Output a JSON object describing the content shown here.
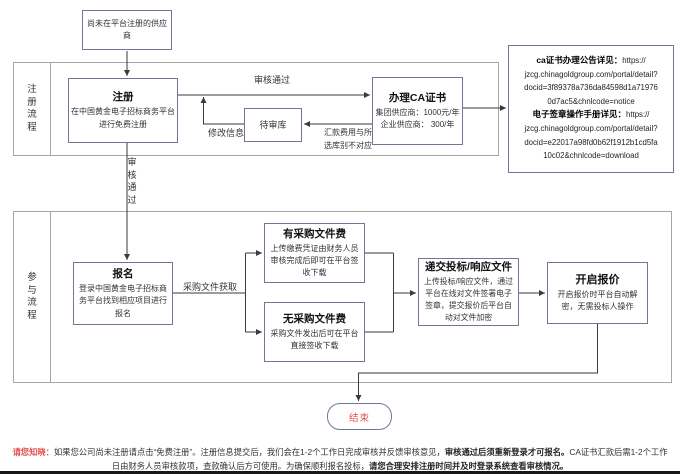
{
  "colors": {
    "box_border": "#6f7893",
    "lane_border": "#a6a6a6",
    "line": "#3a3a3a",
    "red_accent": "#e25050"
  },
  "top_box": {
    "label": "尚未在平台注册的供应商"
  },
  "lanes": [
    {
      "label": "注\n册\n流\n程"
    },
    {
      "label": "参\n与\n流\n程"
    }
  ],
  "boxes": {
    "register": {
      "title": "注册",
      "body": "在中国黄金电子招标商务平台\n进行免费注册"
    },
    "pending": {
      "title": "待审库"
    },
    "ca": {
      "title": "办理CA证书",
      "body": "集团供应商：1000元/年\n企业供应商：  300/年"
    },
    "signup": {
      "title": "报名",
      "body": "登录中国黄金电子招标商\n务平台找到相应项目进行\n报名"
    },
    "fee": {
      "title": "有采购文件费",
      "body": "上传缴费凭证由财务人员\n审核完成后即可在平台签\n收下载"
    },
    "nofee": {
      "title": "无采购文件费",
      "body": "采购文件发出后可在平台\n直接签收下载"
    },
    "submit": {
      "title": "递交投标/响应文件",
      "body": "上传投标/响应文件，通过\n平台在线对文件签署电子\n签章，提交报价后平台自\n动对文件加密"
    },
    "open": {
      "title": "开启报价",
      "body": "开启报价时平台自动解\n密，无需投标人操作"
    },
    "end": {
      "title": "结束"
    }
  },
  "edge_labels": {
    "approved_top": "审核通过",
    "modify": "修改信息",
    "pending_reason": "汇款费用与所\n选库别不对应",
    "approved_vertical": "审\n核\n通\n过",
    "doc_fetch": "采购文件获取"
  },
  "info_box": {
    "title1": "ca证书办理公告详见：",
    "url1": "https://\njzcg.chinagoldgroup.com/portal/detail?\ndocid=3f89378a736da84598d1a71976\n0d7ac5&chnlcode=notice\n",
    "title2": "电子签章操作手册详见：",
    "url2": "https://\njzcg.chinagoldgroup.com/portal/detail?\ndocid=e22017a98fd0b62f1912b1cd5fa\n10c02&chnlcode=download"
  },
  "disclaimer": {
    "notice": "请您知晓：",
    "seg1": "如果您公司尚未注册请点击“免费注册”。注册信息提交后，我们会在1-2个工作日完成审核并反馈审核意见，",
    "bold1": "审核通过后须重新登录才可报名。",
    "seg2": "CA证书汇款后需1-2个工作日由财务人员审核款项，查款确认后方可使用。为确保顺利报名投标，",
    "bold2": "请您合理安排注册时间并及时登录系统查看审核情况。"
  }
}
